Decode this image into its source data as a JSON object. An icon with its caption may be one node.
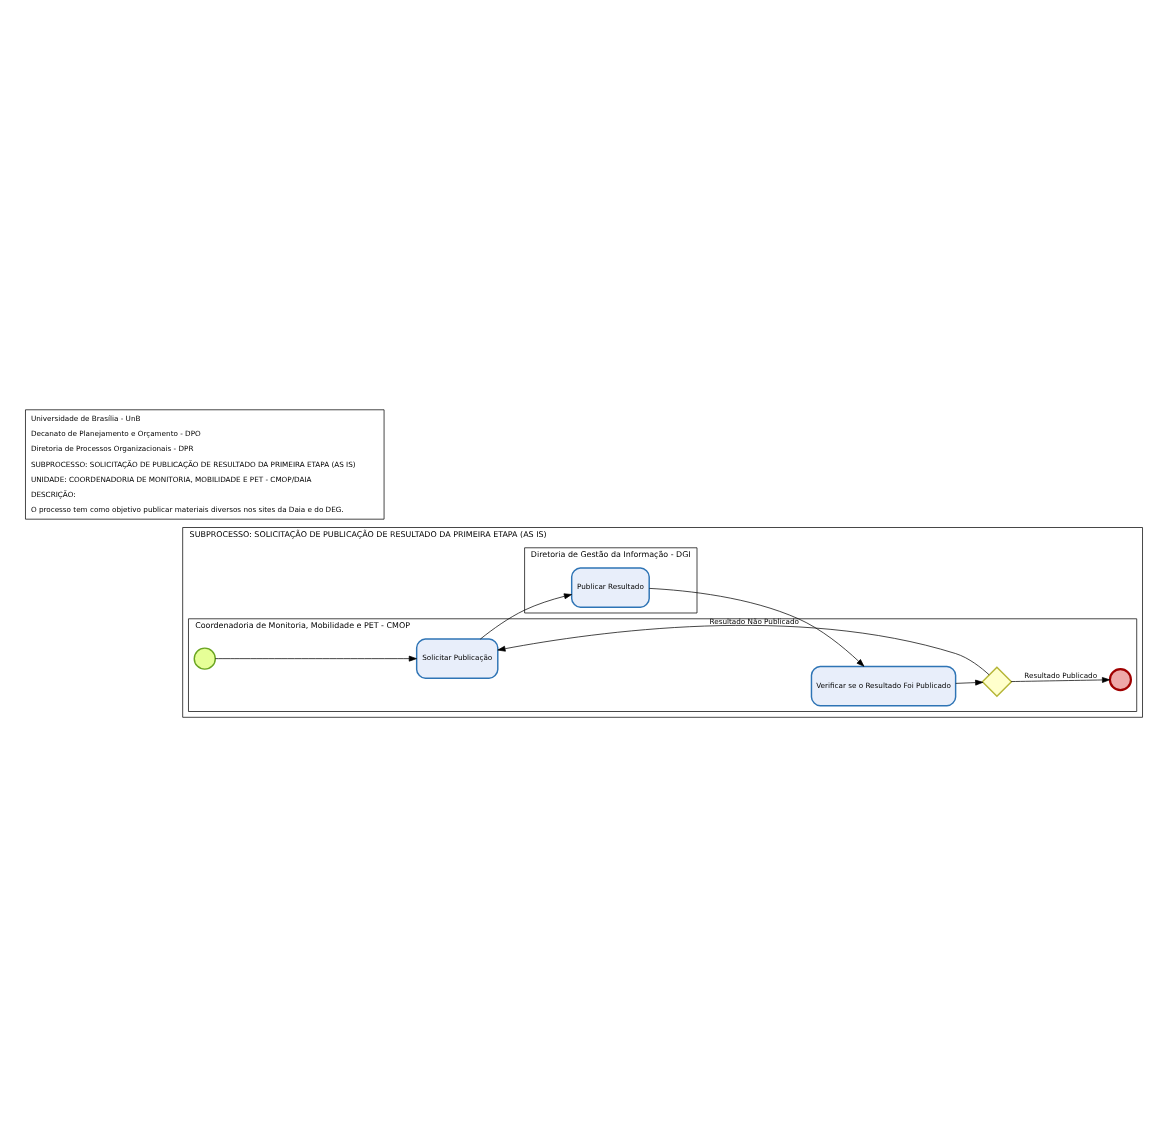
{
  "diagram": {
    "nodes": [
      {
        "text": [
          "SUBPROCESSO: SOLICITAÇÃO DE PUBLICAÇÃO DE RESULTADO DA PRIMEIRA ETAPA (AS IS)"
        ]
      },
      {
        "text": [
          "Coordenadoria de Monitoria, Mobilidade e PET - CMOP"
        ],
        "in": 0
      },
      {
        "text": [
          "Diretoria de Gestão da Informação - DGI"
        ],
        "in": 0
      },
      {
        "text": [],
        "shape": "circle",
        "in": 1
      },
      {
        "text": [
          "Solicitar Publicação"
        ],
        "in": 1
      },
      {
        "text": [
          "Verificar se o Resultado Foi Publicado"
        ],
        "in": 1
      },
      {
        "text": [],
        "shape": "diamond",
        "in": 1
      },
      {
        "text": [],
        "shape": "circle",
        "in": 1
      },
      {
        "text": [
          "Publicar Resultado"
        ],
        "in": 2
      }
    ],
    "edges": [
      {
        "from": 3,
        "to": 4,
        "arrow": "to"
      },
      {
        "from": 4,
        "to": 8,
        "arrow": "to"
      },
      {
        "from": 8,
        "to": 5,
        "arrow": "to"
      },
      {
        "from": 5,
        "to": 6,
        "arrow": "to"
      },
      {
        "from": 6,
        "to": 4,
        "arrow": "to",
        "label": "Resultado Não Publicado"
      },
      {
        "from": 6,
        "to": 7,
        "arrow": "to",
        "label": "Resultado Publicado"
      }
    ],
    "labels": [
      "Universidade de Brasília - UnB",
      "Decanato de Planejamento e Orçamento - DPO",
      "Diretoria de Processos Organizacionais - DPR",
      "SUBPROCESSO: SOLICITAÇÃO DE PUBLICAÇÃO DE RESULTADO DA PRIMEIRA ETAPA (AS IS)",
      "UNIDADE: COORDENADORIA DE MONITORIA, MOBILIDADE E PET - CMOP/DAIA",
      "DESCRIÇÃO:",
      "O processo tem como objetivo publicar materiais diversos nos sites da Daia e do DEG."
    ]
  }
}
